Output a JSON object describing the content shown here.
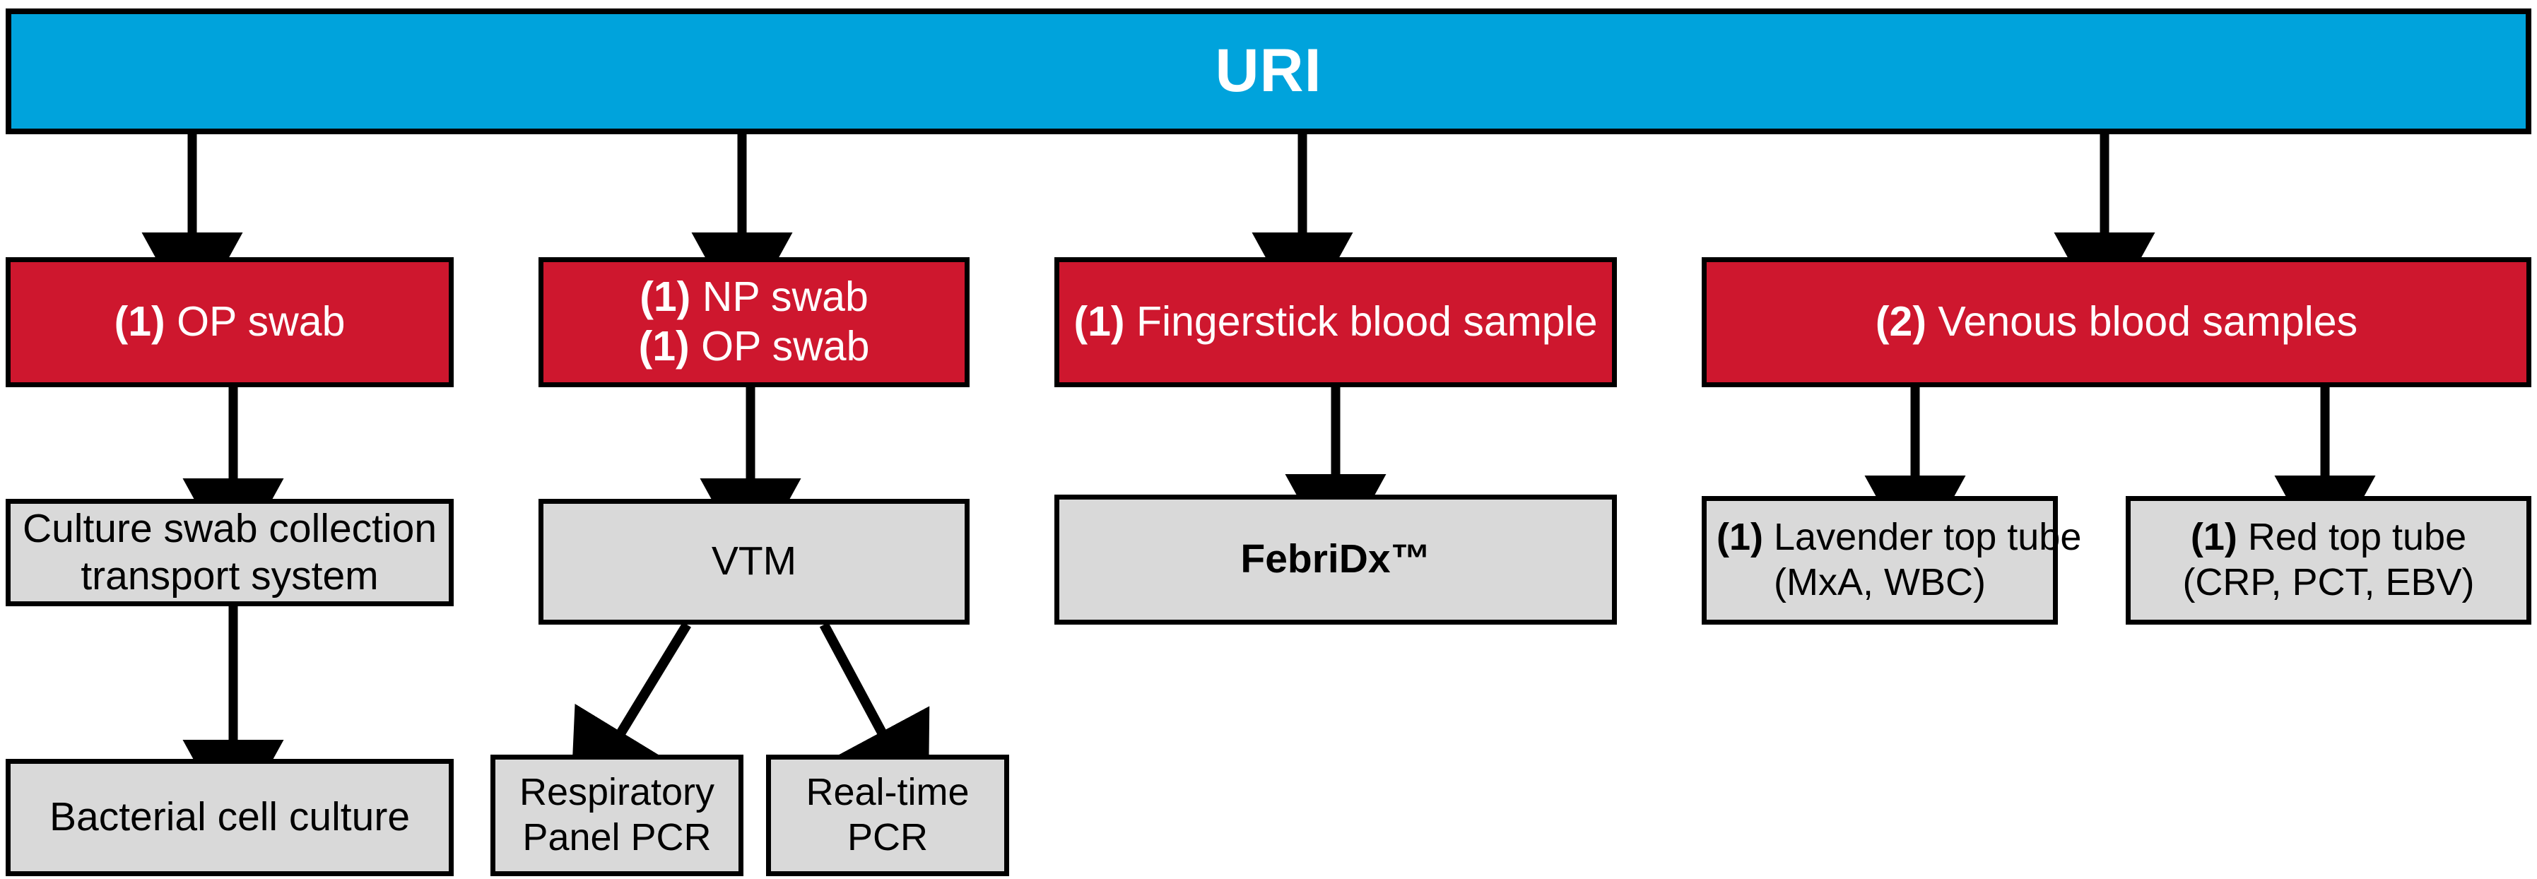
{
  "diagram": {
    "type": "flowchart",
    "title": "URI",
    "accent_colors": {
      "header_blue": "#00A3DC",
      "sample_red": "#CE172E",
      "test_gray": "#D9D9D9",
      "line_black": "#000000",
      "header_text": "#FFFFFF"
    },
    "header": {
      "label": "URI"
    },
    "samples": [
      {
        "id": "op-swab",
        "prefix": "(1)",
        "label": "OP swab",
        "lines": [
          {
            "count": "(1)",
            "text": "OP swab"
          }
        ]
      },
      {
        "id": "np-op-swab",
        "prefix": "(1)",
        "label": "NP swab / OP swab",
        "lines": [
          {
            "count": "(1)",
            "text": "NP swab"
          },
          {
            "count": "(1)",
            "text": "OP swab"
          }
        ]
      },
      {
        "id": "fingerstick-blood",
        "prefix": "(1)",
        "label": "Fingerstick blood sample",
        "lines": [
          {
            "count": "(1)",
            "text": "Fingerstick blood sample"
          }
        ]
      },
      {
        "id": "venous-blood",
        "prefix": "(2)",
        "label": "Venous blood samples",
        "lines": [
          {
            "count": "(2)",
            "text": "Venous blood samples"
          }
        ]
      }
    ],
    "tests": [
      {
        "id": "culture-swab-transport",
        "lines": [
          {
            "count": "",
            "text": "Culture swab collection"
          },
          {
            "count": "",
            "text": "transport system"
          }
        ]
      },
      {
        "id": "vtm",
        "lines": [
          {
            "count": "",
            "text": "VTM"
          }
        ]
      },
      {
        "id": "febridx",
        "lines": [
          {
            "count": "",
            "text": "FebriDx™"
          }
        ]
      },
      {
        "id": "lavender-top-tube",
        "lines": [
          {
            "count": "(1)",
            "text": "Lavender top tube"
          },
          {
            "count": "",
            "text": "(MxA, WBC)"
          }
        ]
      },
      {
        "id": "red-top-tube",
        "lines": [
          {
            "count": "(1)",
            "text": "Red top tube"
          },
          {
            "count": "",
            "text": "(CRP, PCT, EBV)"
          }
        ]
      }
    ],
    "results": [
      {
        "id": "bacterial-cell-culture",
        "lines": [
          {
            "count": "",
            "text": "Bacterial cell culture"
          }
        ]
      },
      {
        "id": "respiratory-panel-pcr",
        "lines": [
          {
            "count": "",
            "text": "Respiratory"
          },
          {
            "count": "",
            "text": "Panel PCR"
          }
        ]
      },
      {
        "id": "real-time-pcr",
        "lines": [
          {
            "count": "",
            "text": "Real-time"
          },
          {
            "count": "",
            "text": "PCR"
          }
        ]
      }
    ],
    "edges": [
      {
        "from": "URI",
        "to": "(1) OP swab"
      },
      {
        "from": "URI",
        "to": "(1) NP swab / (1) OP swab"
      },
      {
        "from": "URI",
        "to": "(1) Fingerstick blood sample"
      },
      {
        "from": "URI",
        "to": "(2) Venous blood samples"
      },
      {
        "from": "(1) OP swab",
        "to": "Culture swab collection transport system"
      },
      {
        "from": "Culture swab collection transport system",
        "to": "Bacterial cell culture"
      },
      {
        "from": "(1) NP swab / (1) OP swab",
        "to": "VTM"
      },
      {
        "from": "VTM",
        "to": "Respiratory Panel PCR"
      },
      {
        "from": "VTM",
        "to": "Real-time PCR"
      },
      {
        "from": "(1) Fingerstick blood sample",
        "to": "FebriDx™"
      },
      {
        "from": "(2) Venous blood samples",
        "to": "(1) Lavender top tube (MxA, WBC)"
      },
      {
        "from": "(2) Venous blood samples",
        "to": "(1) Red top tube (CRP, PCT, EBV)"
      }
    ]
  }
}
